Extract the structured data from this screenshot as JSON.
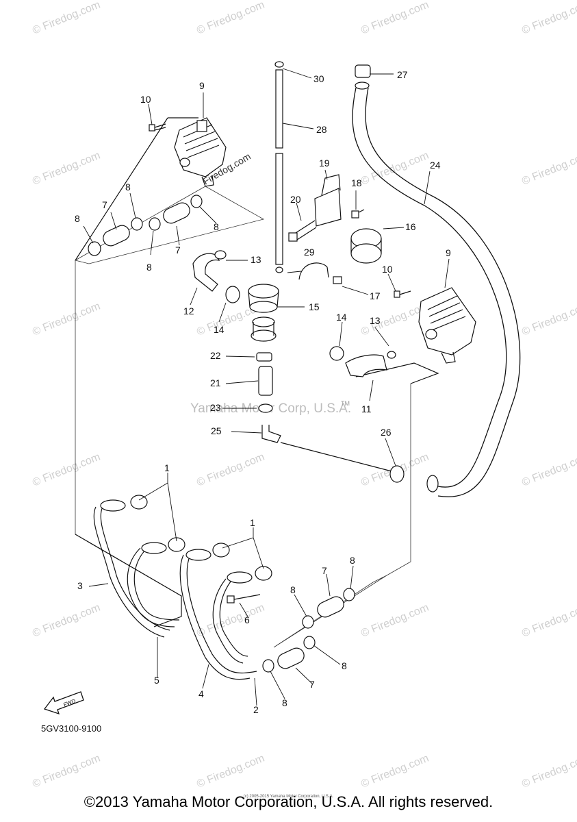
{
  "diagram": {
    "part_code": "5GV3100-9100",
    "center_watermark": "Yamaha Motor Corp, U.S.A.",
    "tm_mark": "TM",
    "fwd_label": "FWD",
    "watermark_text": "© Firedog.com",
    "diag_watermark": "Firedog.com",
    "callouts": [
      "30",
      "27",
      "28",
      "9",
      "10",
      "24",
      "19",
      "18",
      "20",
      "16",
      "8",
      "7",
      "8",
      "8",
      "7",
      "8",
      "13",
      "29",
      "12",
      "14",
      "15",
      "17",
      "10",
      "9",
      "14",
      "13",
      "22",
      "21",
      "23",
      "11",
      "25",
      "26",
      "1",
      "1",
      "3",
      "5",
      "6",
      "4",
      "2",
      "7",
      "8",
      "8",
      "8",
      "7",
      "8"
    ]
  },
  "footer": {
    "copyright": "©2013 Yamaha Motor Corporation, U.S.A. All rights reserved.",
    "fine_print": "(c) 2005-2015 Yamaha Motor Corporation, U.S.A."
  }
}
